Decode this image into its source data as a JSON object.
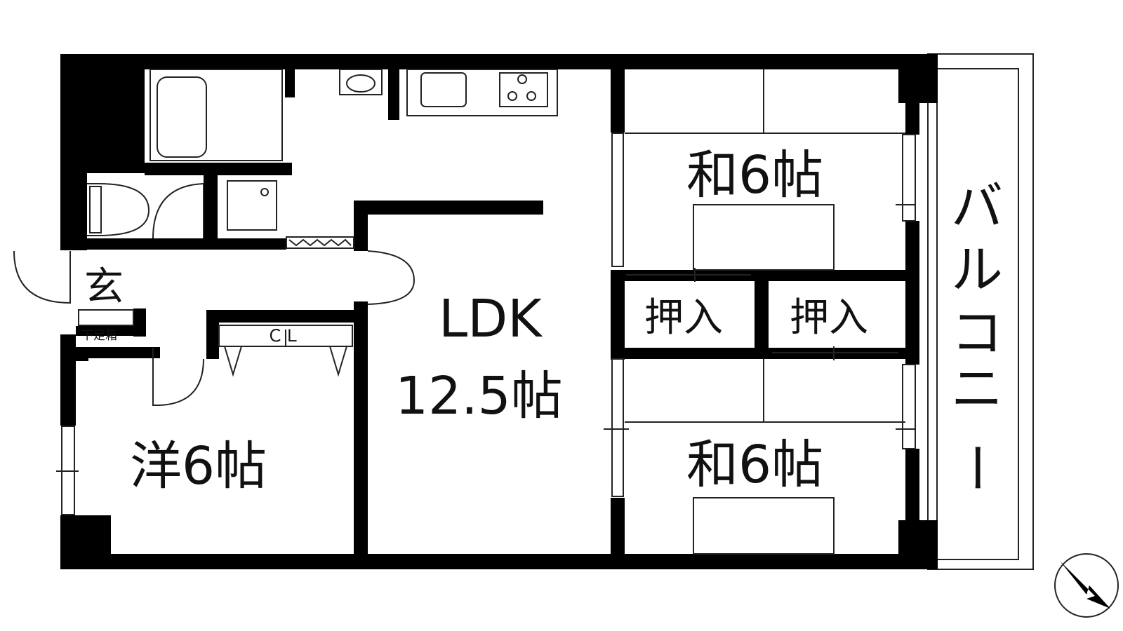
{
  "rooms": {
    "ldk_name": "LDK",
    "ldk_size": "12.5帖",
    "western": "洋6帖",
    "japanese_top": "和6帖",
    "japanese_bottom": "和6帖",
    "closet_left": "押入",
    "closet_right": "押入",
    "entrance": "玄",
    "shoe_box": "下足箱",
    "walk_closet": "ＣＬ",
    "balcony": [
      "バ",
      "ル",
      "コ",
      "ニ",
      "ー"
    ]
  },
  "compass": {
    "icon": "north-arrow-icon"
  }
}
